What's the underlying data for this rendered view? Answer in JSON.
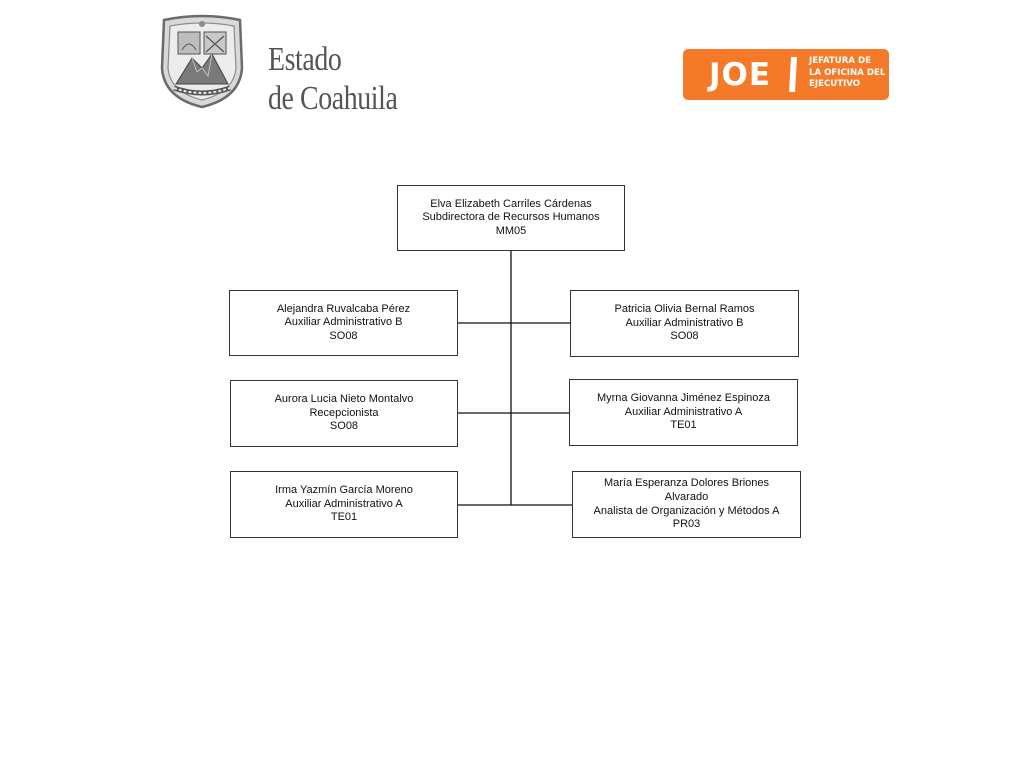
{
  "header": {
    "seal_icon": "coat-of-arms-icon",
    "state_title_line1": "Estado",
    "state_title_line2": "de Coahuila",
    "badge": {
      "word": "JOE",
      "subtitle_line1": "JEFATURA DE",
      "subtitle_line2": "LA OFICINA DEL",
      "subtitle_line3": "EJECUTIVO",
      "color": "#f47a2a"
    }
  },
  "org_chart": {
    "head": {
      "name": "Elva Elizabeth Carriles Cárdenas",
      "title": "Subdirectora de Recursos Humanos",
      "code": "MM05"
    },
    "left": [
      {
        "name": "Alejandra Ruvalcaba Pérez",
        "title": "Auxiliar Administrativo  B",
        "code": "SO08"
      },
      {
        "name": "Aurora Lucia Nieto Montalvo",
        "title": "Recepcionista",
        "code": "SO08"
      },
      {
        "name": "Irma Yazmín García Moreno",
        "title": "Auxiliar Administrativo A",
        "code": "TE01"
      }
    ],
    "right": [
      {
        "name": "Patricia Olivia  Bernal  Ramos",
        "title": "Auxiliar Administrativo  B",
        "code": "SO08"
      },
      {
        "name": "Myrna Giovanna Jiménez Espinoza",
        "title": "Auxiliar Administrativo A",
        "code": "TE01"
      },
      {
        "name_line1": "María Esperanza Dolores Briones",
        "name_line2": "Alvarado",
        "title": "Analista de Organización y Métodos A",
        "code": "PR03"
      }
    ]
  }
}
